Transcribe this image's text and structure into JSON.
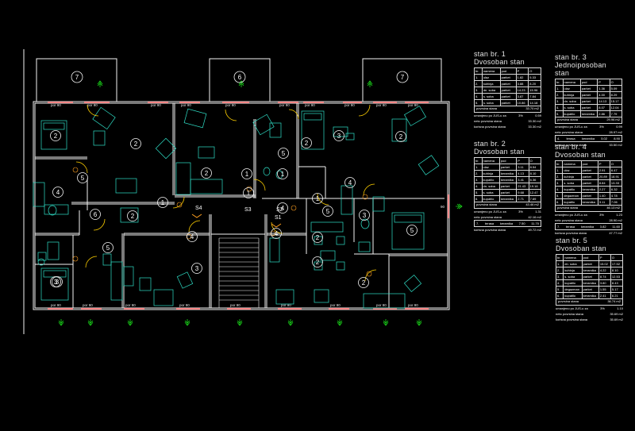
{
  "plan": {
    "room_numbers": [
      "7",
      "6",
      "7",
      "2",
      "2",
      "2",
      "3",
      "3",
      "2",
      "1",
      "5",
      "4",
      "5",
      "6",
      "1",
      "4",
      "1",
      "4",
      "2",
      "5",
      "3",
      "2",
      "5",
      "4",
      "1",
      "1",
      "2",
      "3",
      "1",
      "2",
      "5",
      "3",
      "2",
      "4",
      "4",
      "6",
      "2",
      "4",
      "4",
      "1",
      "3",
      "5"
    ],
    "window_label": "por 90",
    "stair_labels": [
      "S4",
      "S3",
      "S2",
      "S1"
    ],
    "side_dim": "90"
  },
  "tables": [
    {
      "id": "stan-1",
      "title": "stan br. 1",
      "subtitle": "Dvosoban stan",
      "header": [
        "br.",
        "namena",
        "pod",
        "P",
        "O"
      ],
      "rows": [
        [
          "1.",
          "ulaz",
          "parket",
          "1.82",
          "5.33"
        ],
        [
          "2.",
          "kuhinja",
          "parket",
          "3.88",
          "8.20"
        ],
        [
          "3.",
          "dn. soba",
          "parket",
          "14.23",
          "15.96"
        ],
        [
          "4.",
          "s. soba",
          "parket",
          "3.87",
          "7.84"
        ],
        [
          "5.",
          "s. soba",
          "parket",
          "10.86",
          "14.18"
        ]
      ],
      "summary": [
        [
          "povrsina stana",
          "33.70 m2"
        ]
      ],
      "notes": [
        [
          "umanjeno po JUS-u za",
          "3%",
          "0.59"
        ],
        [
          "neto povrsina stana",
          "33.30 m2"
        ],
        [
          "korisna povrsina stana",
          "33.30 m2"
        ]
      ]
    },
    {
      "id": "stan-3",
      "title": "stan br. 3",
      "subtitle": "Jednoiposoban stan",
      "header": [
        "br.",
        "namena",
        "pod",
        "P",
        "O"
      ],
      "rows": [
        [
          "1.",
          "ulaz",
          "parket",
          "1.36",
          "5.09"
        ],
        [
          "2.",
          "kuhinja",
          "parket",
          "4.00",
          "8.29"
        ],
        [
          "3.",
          "dn. soba",
          "parket",
          "14.13",
          "15.17"
        ],
        [
          "4.",
          "s. soba",
          "parket",
          "8.07",
          "12.04"
        ],
        [
          "5.",
          "kupatilo",
          "keramika",
          "2.86",
          "7.79"
        ]
      ],
      "summary": [
        [
          "povrsina stana",
          "29.96 m2"
        ]
      ],
      "notes": [
        [
          "umanjeno po JUS-u za",
          "3%",
          "0.99"
        ],
        [
          "neto povrsina stana",
          "28.97 m2"
        ],
        [
          "4.",
          "terasa",
          "keramika",
          "5.02",
          "8.90"
        ],
        [
          "korisna povrsina stana",
          "33.50 m2"
        ]
      ]
    },
    {
      "id": "stan-2",
      "title": "stan br. 2",
      "subtitle": "Dvosoban stan",
      "header": [
        "br.",
        "namena",
        "pod",
        "P",
        "O"
      ],
      "rows": [
        [
          "1.",
          "ulaz",
          "parket",
          "3.11",
          "8.54"
        ],
        [
          "2.",
          "kuhinja",
          "keramika",
          "4.13",
          "8.10"
        ],
        [
          "3.",
          "kupatilo",
          "keramika",
          "3.41",
          "6.36"
        ],
        [
          "4.",
          "dn. soba",
          "parket",
          "21.43",
          "19.16"
        ],
        [
          "5.",
          "s. soba",
          "parket",
          "9.68",
          "12.47"
        ],
        [
          "6.",
          "kupatilo",
          "keramika",
          "2.71",
          "7.69"
        ]
      ],
      "summary": [
        [
          "povrsina stana",
          "43.46 m2"
        ]
      ],
      "notes": [
        [
          "umanjeno po JUS-u za",
          "3%",
          "1.31"
        ],
        [
          "neto povrsina stana",
          "42.16 m2"
        ],
        [
          "7.",
          "terasa",
          "keramika",
          "7.50",
          "11.70"
        ],
        [
          "korisna povrsina stana",
          "49.72 m2"
        ]
      ]
    },
    {
      "id": "stan-4",
      "title": "stan br. 4",
      "subtitle": "Dvosoban stan",
      "header": [
        "br.",
        "namena",
        "pod",
        "P",
        "O"
      ],
      "rows": [
        [
          "1.",
          "ulaz",
          "parket",
          "2.91",
          "6.47"
        ],
        [
          "2.",
          "kuhinja",
          "parket",
          "20.89",
          "18.91"
        ],
        [
          "3.",
          "s. soba",
          "parket",
          "8.84",
          "13.33"
        ],
        [
          "4.",
          "kupatilo",
          "keramika",
          "2.27",
          "6.32"
        ],
        [
          "5.",
          "degazman",
          "parket",
          "1.40",
          "4.78"
        ],
        [
          "6.",
          "kupatilo",
          "keramika",
          "3.11",
          "7.06"
        ]
      ],
      "summary": [
        [
          "povrsina stana",
          "46.13 m2"
        ]
      ],
      "notes": [
        [
          "umanjeno po JUS-u za",
          "3%",
          "1.23"
        ],
        [
          "neto povrsina stana",
          "28.90 m2"
        ],
        [
          "7.",
          "terasa",
          "keramika",
          "3.82",
          "11.60"
        ],
        [
          "korisna povrsina stana",
          "47.77 m2"
        ]
      ]
    },
    {
      "id": "stan-5",
      "title": "stan br. 5",
      "subtitle": "Dvosoban stan",
      "header": [
        "br.",
        "namena",
        "pod",
        "P",
        "O"
      ],
      "rows": [
        [
          "1.",
          "dn. soba",
          "parket",
          "15.02",
          "17.52"
        ],
        [
          "2.",
          "kuhinja",
          "keramika",
          "4.22",
          "8.10"
        ],
        [
          "3.",
          "s. soba",
          "parket",
          "8.74",
          "12.53"
        ],
        [
          "4.",
          "kupatilo",
          "keramika",
          "3.80",
          "8.43"
        ],
        [
          "5.",
          "degazman",
          "parket",
          "1.55",
          "5.17"
        ],
        [
          "6.",
          "kupatilo",
          "keramika",
          "2.41",
          "6.21"
        ]
      ],
      "summary": [
        [
          "povrsina stana",
          "36.74 m2"
        ]
      ],
      "notes": [
        [
          "umanjeno po JUS-u za",
          "3%",
          "1.10"
        ],
        [
          "neto povrsina stana",
          "35.69 m2"
        ],
        [
          "korisna povrsina stana",
          "35.69 m2"
        ]
      ]
    }
  ]
}
